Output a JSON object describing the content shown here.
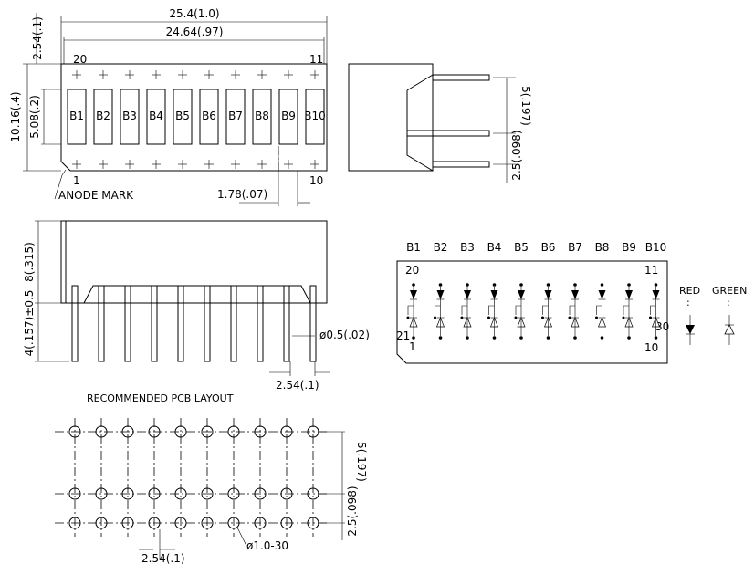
{
  "front_view": {
    "dim_total": "25.4(1.0)",
    "dim_span": "24.64(.97)",
    "dim_side_top": "2.54(.1)",
    "dim_height": "10.16(.4)",
    "dim_window": "5.08(.2)",
    "pin_20": "20",
    "pin_11": "11",
    "pin_1": "1",
    "pin_10": "10",
    "segments": [
      "B1",
      "B2",
      "B3",
      "B4",
      "B5",
      "B6",
      "B7",
      "B8",
      "B9",
      "B10"
    ],
    "anode_mark": "ANODE MARK",
    "dim_gap": "1.78(.07)"
  },
  "side_view": {
    "dim_pitch": "5(.197)",
    "dim_offset": "2.5(.098)"
  },
  "bottom_view": {
    "dim_body": "8(.315)",
    "dim_pin_length": "4(.157)±0.5",
    "dim_pin_dia": "ø0.5(.02)",
    "dim_pin_pitch": "2.54(.1)"
  },
  "pcb_layout": {
    "title": "RECOMMENDED PCB LAYOUT",
    "dim_right_top": "5(.197)",
    "dim_right_bottom": "2.5(.098)",
    "dim_pitch": "2.54(.1)",
    "dim_hole": "ø1.0-30"
  },
  "schematic": {
    "segments": [
      "B1",
      "B2",
      "B3",
      "B4",
      "B5",
      "B6",
      "B7",
      "B8",
      "B9",
      "B10"
    ],
    "pin_20": "20",
    "pin_11": "11",
    "pin_21": "21",
    "pin_1": "1",
    "pin_30": "30",
    "pin_10": "10",
    "legend_red": "RED",
    "legend_green": "GREEN",
    "legend_colon": ":"
  }
}
